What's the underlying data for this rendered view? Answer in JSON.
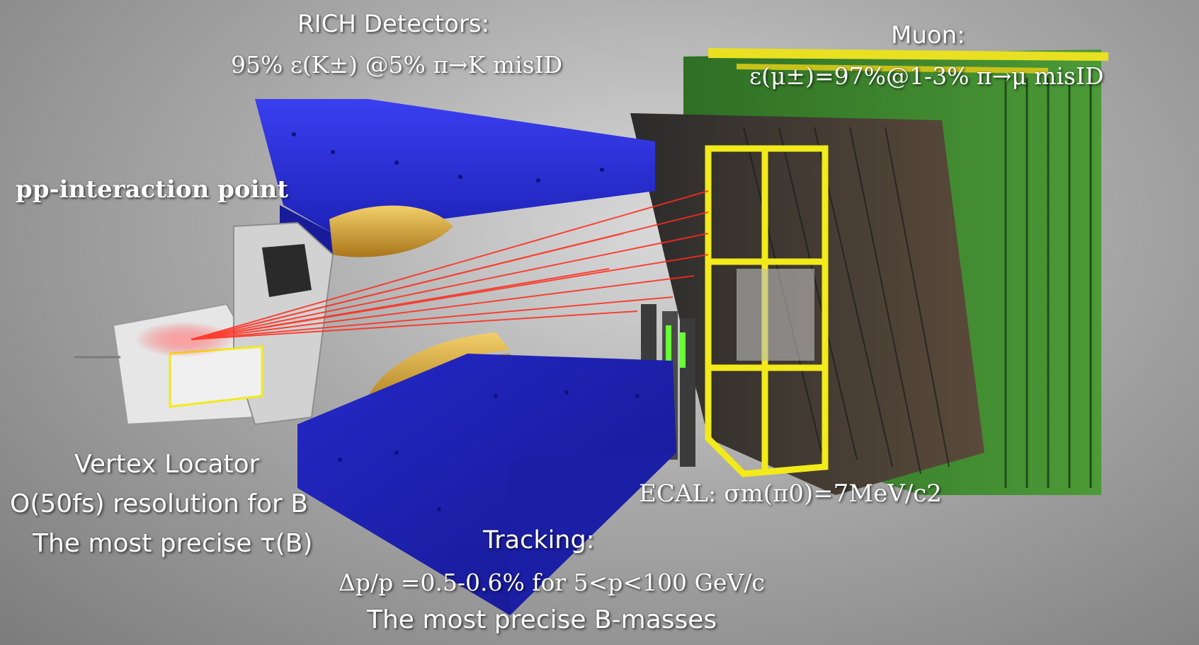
{
  "rich": {
    "title": "RICH Detectors:",
    "efficiency": "95% ε(K±)  @5% π→K misID"
  },
  "muon": {
    "title": "Muon:",
    "efficiency": "ε(μ±)=97%@1-3% π→μ misID"
  },
  "interaction": {
    "label": "pp-interaction point"
  },
  "velo": {
    "title": "Vertex Locator",
    "resolution": "O(50fs)  resolution for B",
    "precision": "The most precise τ(B)"
  },
  "ecal": {
    "label": "ECAL: σm(π0)=7MeV/c2"
  },
  "tracking": {
    "title": "Tracking:",
    "momentum": "Δp/p =0.5-0.6% for 5<p<100 GeV/c",
    "masses": "The most precise B-masses"
  },
  "colors": {
    "magnet_blue": "#2c2fd6",
    "yellow_frame": "#f2ea1a",
    "muon_green": "#3c8a2e",
    "track_red": "#ff2a1a",
    "coil_gold": "#d7a52a"
  }
}
